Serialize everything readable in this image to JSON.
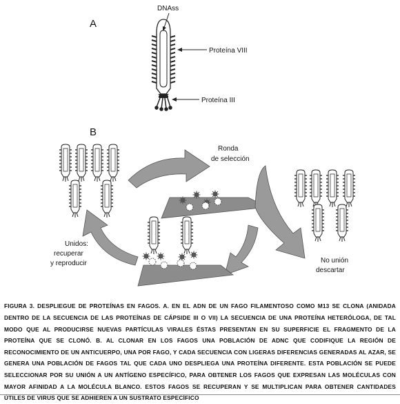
{
  "diagram": {
    "panel_a": "A",
    "panel_b": "B",
    "label_dnass": "DNAss",
    "label_protein8": "Proteína VIII",
    "label_protein3": "Proteína III",
    "label_round_1": "Ronda",
    "label_round_2": "de selección",
    "label_bound_1": "Unidos:",
    "label_bound_2": "recuperar",
    "label_bound_3": "y reproducir",
    "label_nobind_1": "No unión",
    "label_nobind_2": "descartar"
  },
  "caption": {
    "text": "Figura 3. Despliegue de proteínas en fagos. A. En el ADN de un fago filamentoso como M13 se clona (anidada dentro de la secuencia de las proteínas de cápside III o VII) la secuencia de una proteína heteróloga, de tal modo que al producirse nuevas partículas virales éstas presentan en su superficie el fragmento de la proteína que se clonó. B. Al clonar en los fagos una población de ADNc que codifique la región de reconocimiento de un anticuerpo, una por fago, y cada secuencia con ligeras diferencias generadas al azar, se genera una población de fagos tal que cada uno despliega una proteína diferente. Esta población se puede seleccionar por su unión a un antígeno específico, para obtener los fagos que expresan las moléculas con mayor afinidad a la molécula blanco. Estos fagos se recuperan y se multiplican para obtener cantidades útiles de virus que se adhieren a un sustrato específico"
  }
}
